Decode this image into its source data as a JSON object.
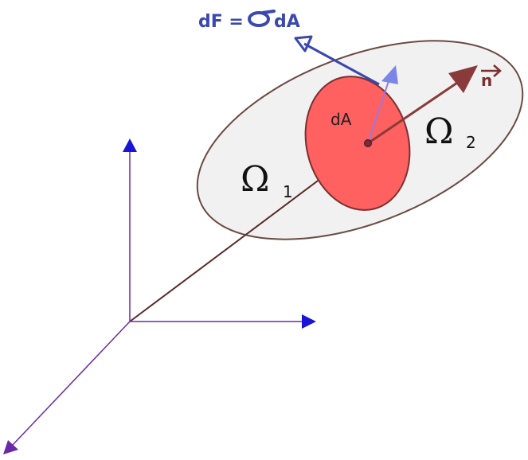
{
  "labels": {
    "force_prefix": "dF =",
    "force_suffix": "dA",
    "area": "dA",
    "normal": "n",
    "region1_symbol": "Ω",
    "region1_index": "1",
    "region2_symbol": "Ω",
    "region2_index": "2"
  },
  "colors": {
    "axes": "#6a2aa6",
    "axis_arrowhead": "#1a14d6",
    "body_fill": "#f2f1f1",
    "body_stroke": "#6b4a42",
    "area_fill": "#ff6060",
    "area_stroke": "#7a3030",
    "normal": "#8a3a3a",
    "normal_label": "#7a3030",
    "force": "#3a48b0",
    "local_vector": "#9a78e0",
    "local_vector_head": "#7a86e6",
    "diagonal": "#5a2a2a"
  }
}
